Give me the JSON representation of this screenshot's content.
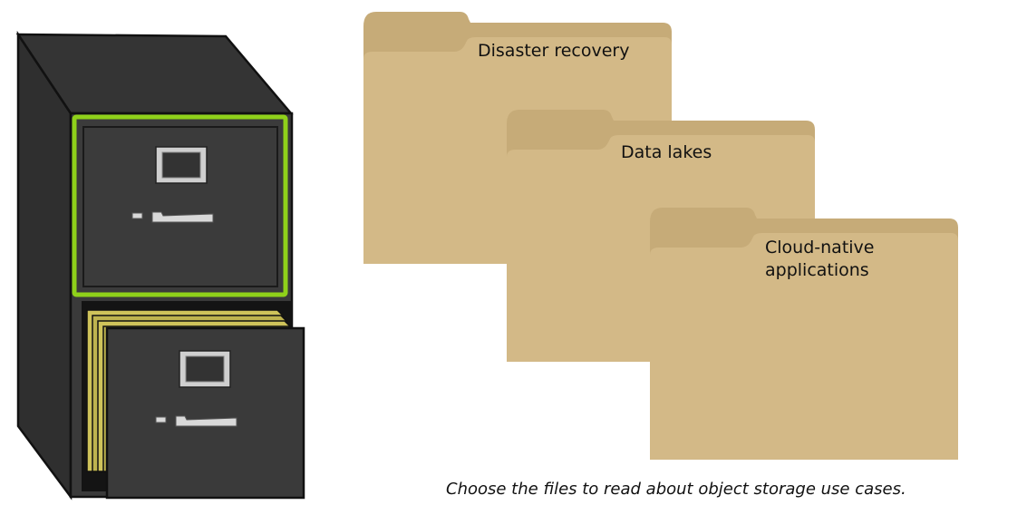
{
  "cabinet": {
    "icon": "file-cabinet-icon",
    "colors": {
      "body": "#3a3a3a",
      "outline": "#111111",
      "highlight": "#8fd11a",
      "files": "#cfc35a"
    }
  },
  "folders": [
    {
      "label": "Disaster recovery"
    },
    {
      "label": "Data lakes"
    },
    {
      "label": "Cloud-native\napplications"
    }
  ],
  "folder_colors": {
    "body": "#d3b987",
    "tab": "#c6ab78",
    "edge": "#b99e6b"
  },
  "instruction": "Choose the files to read about object storage use cases."
}
